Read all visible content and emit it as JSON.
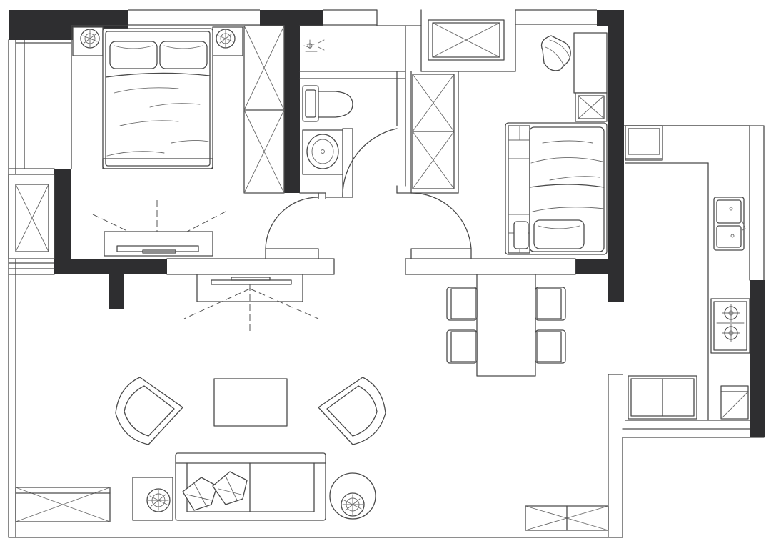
{
  "plan": {
    "wall_color": "#2e2e30",
    "line_color": "#4a4a4a",
    "background": "#ffffff",
    "rooms": [
      "master-bedroom",
      "bathroom",
      "second-bedroom",
      "living-room",
      "dining-area",
      "kitchen",
      "balcony"
    ],
    "fixtures": [
      "double-bed",
      "single-bed",
      "wardrobe",
      "toilet",
      "wash-basin",
      "kitchen-sink",
      "gas-stove",
      "dining-table",
      "sofa",
      "armchair",
      "coffee-table",
      "tv-cabinet",
      "desk-chair",
      "plant"
    ]
  }
}
